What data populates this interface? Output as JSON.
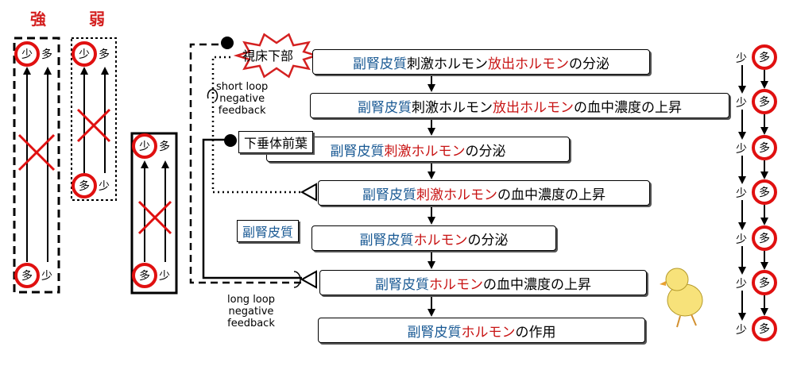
{
  "titles": {
    "strong": "強",
    "weak": "弱"
  },
  "labels": {
    "few": "少",
    "many": "多"
  },
  "hypothalamus": "視床下部",
  "anterior_pituitary": "下垂体前葉",
  "adrenal_cortex": "副腎皮質",
  "flow": [
    {
      "segments": [
        {
          "text": "副腎皮質",
          "color": "blue"
        },
        {
          "text": "刺激ホルモン",
          "color": "black"
        },
        {
          "text": "放出ホルモン",
          "color": "red"
        },
        {
          "text": "の分泌",
          "color": "black"
        }
      ]
    },
    {
      "segments": [
        {
          "text": "副腎皮質",
          "color": "blue"
        },
        {
          "text": "刺激ホルモン",
          "color": "black"
        },
        {
          "text": "放出ホルモン",
          "color": "red"
        },
        {
          "text": "の血中濃度の上昇",
          "color": "black"
        }
      ]
    },
    {
      "segments": [
        {
          "text": "副腎皮質",
          "color": "blue"
        },
        {
          "text": "刺激ホルモン",
          "color": "red"
        },
        {
          "text": "の分泌",
          "color": "black"
        }
      ]
    },
    {
      "segments": [
        {
          "text": "副腎皮質",
          "color": "blue"
        },
        {
          "text": "刺激ホルモン",
          "color": "red"
        },
        {
          "text": "の血中濃度の上昇",
          "color": "black"
        }
      ]
    },
    {
      "segments": [
        {
          "text": "副腎皮質",
          "color": "blue"
        },
        {
          "text": "ホルモン",
          "color": "red"
        },
        {
          "text": "の分泌",
          "color": "black"
        }
      ]
    },
    {
      "segments": [
        {
          "text": "副腎皮質",
          "color": "blue"
        },
        {
          "text": "ホルモン",
          "color": "red"
        },
        {
          "text": "の血中濃度の上昇",
          "color": "black"
        }
      ]
    },
    {
      "segments": [
        {
          "text": "副腎皮質",
          "color": "blue"
        },
        {
          "text": "ホルモン",
          "color": "red"
        },
        {
          "text": "の作用",
          "color": "black"
        }
      ]
    }
  ],
  "short_loop": {
    "lines": [
      "short loop",
      "negative",
      "feedback"
    ]
  },
  "long_loop": {
    "lines": [
      "long loop",
      "negative",
      "feedback"
    ]
  },
  "colors": {
    "blue": "#1a5a94",
    "red": "#c81414",
    "black": "#000000",
    "accent_red": "#e01010"
  }
}
